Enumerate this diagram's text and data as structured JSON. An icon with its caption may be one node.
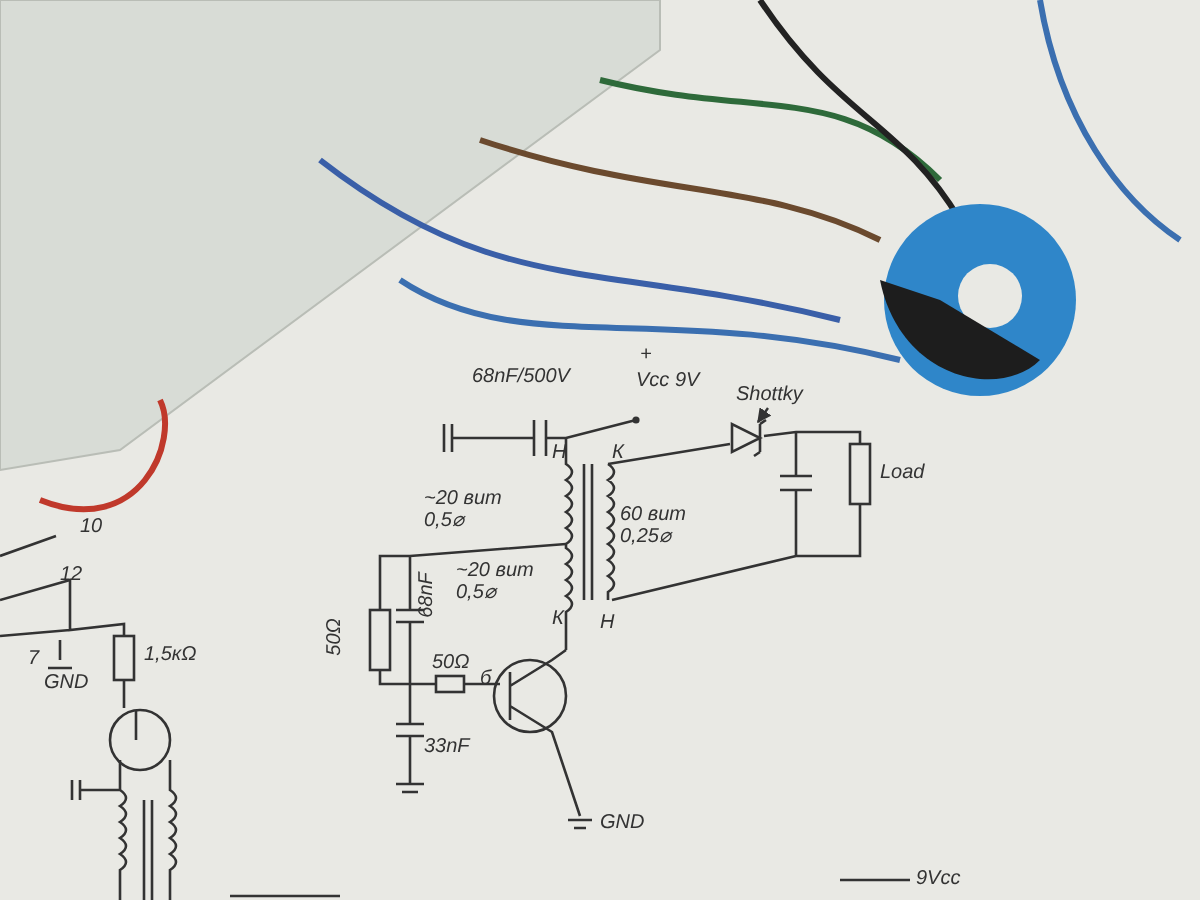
{
  "diagram": {
    "nodes": [
      {
        "text": [
          "Shottky"
        ]
      },
      {
        "text": [],
        "shape": "diode"
      }
    ],
    "edges": [
      {
        "from": 0,
        "to": 1,
        "arrow": "to"
      }
    ],
    "labels": [
      "68nF/500V",
      "+",
      "Vcc 9V",
      "Load",
      "Н",
      "К",
      "~20 вит 0,5⌀",
      "60 вит 0,25⌀",
      "~20 вит 0,5⌀",
      "К",
      "Н",
      "50Ω",
      "68nF",
      "50Ω",
      "б",
      "33nF",
      "GND",
      "10",
      "12",
      "7",
      "GND",
      "1,5кΩ",
      "9Vcc"
    ]
  }
}
